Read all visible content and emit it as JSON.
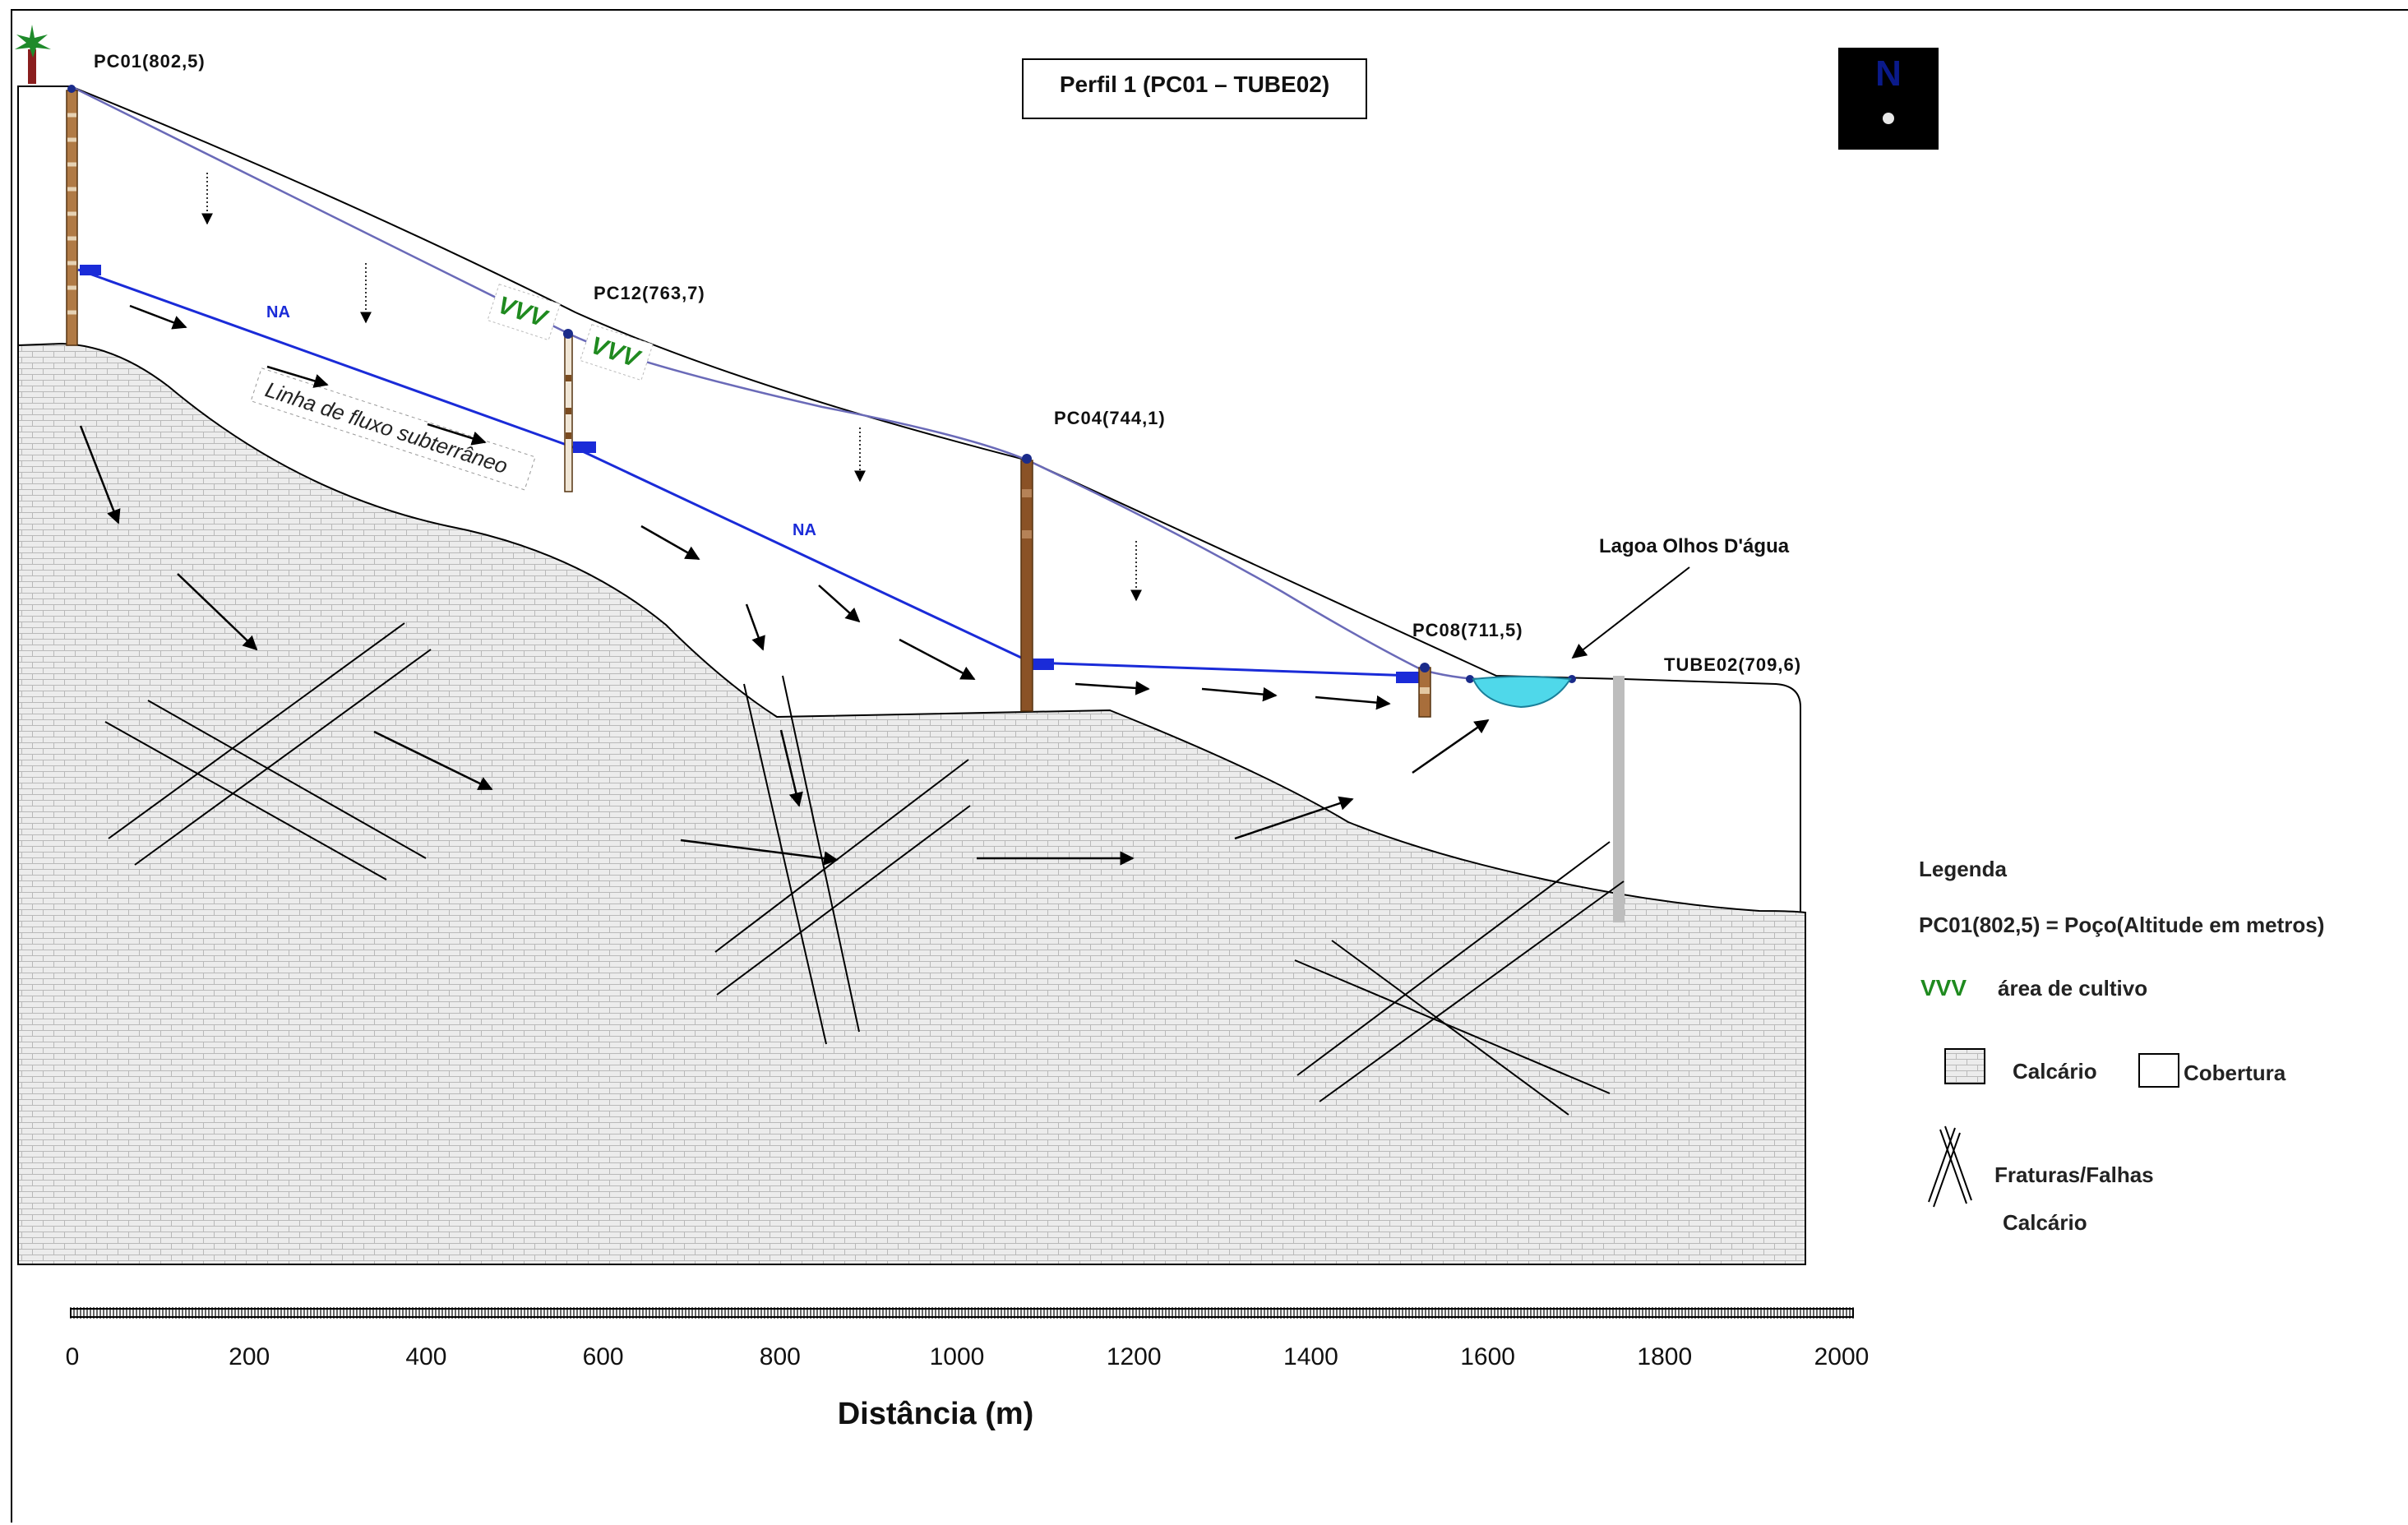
{
  "title": "Perfil 1 (PC01 – TUBE02)",
  "compass": {
    "letter": "N",
    "icon": "north-arrow-icon"
  },
  "wells": [
    {
      "id": "pc01",
      "label": "PC01(802,5)"
    },
    {
      "id": "pc12",
      "label": "PC12(763,7)"
    },
    {
      "id": "pc04",
      "label": "PC04(744,1)"
    },
    {
      "id": "pc08",
      "label": "PC08(711,5)"
    },
    {
      "id": "tube02",
      "label": "TUBE02(709,6)"
    }
  ],
  "lake_label": "Lagoa Olhos D'água",
  "water_table_labels": [
    "NA",
    "NA"
  ],
  "flow_line_label": "Linha de fluxo subterrâneo",
  "crop_marker": "VVV",
  "x_axis": {
    "title": "Distância (m)",
    "ticks": [
      "0",
      "200",
      "400",
      "600",
      "800",
      "1000",
      "1200",
      "1400",
      "1600",
      "1800",
      "2000"
    ]
  },
  "legend": {
    "title": "Legenda",
    "well_entry": "PC01(802,5) = Poço(Altitude em metros)",
    "crop_symbol": "VVV",
    "crop_entry": "área de cultivo",
    "limestone_entry": "Calcário",
    "cover_entry": "Cobertura",
    "fracture_entry_line1": "Fraturas/Falhas",
    "fracture_entry_line2": "Calcário"
  },
  "colors": {
    "surface_line": "#6a6ab8",
    "water_table": "#1a2bd8",
    "crop_green": "#1f8a1f",
    "lake": "#4fd8ea",
    "limestone_fill": "#e9e9e9",
    "tube_gray": "#bdbdbd"
  }
}
